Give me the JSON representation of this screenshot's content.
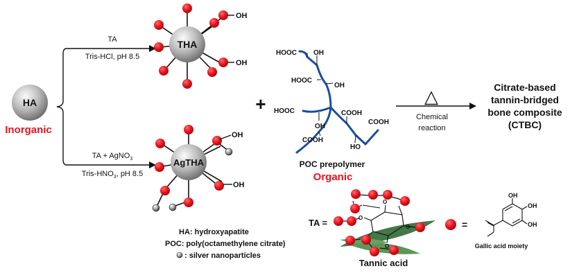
{
  "colors": {
    "accent_red": "#e8121e",
    "chain_blue": "#1b4e9a",
    "sphere_gray": "#a9a9a9",
    "leaf_green": "#3e7b3e"
  },
  "ha": {
    "label": "HA",
    "class_label": "Inorganic"
  },
  "top_route": {
    "line1": "TA",
    "line2": "Tris-HCl, pH 8.5",
    "product": "THA",
    "oh_1": "OH",
    "oh_2": "OH"
  },
  "bottom_route": {
    "line1": "TA + AgNO",
    "line1_sub": "3",
    "line2a": "Tris-HNO",
    "line2_sub": "3",
    "line2b": ", pH 8.5",
    "product": "AgTHA",
    "oh_1": "OH",
    "oh_2": "OH"
  },
  "plus": "+",
  "poc": {
    "groups": {
      "cooh_tl": "HOOC",
      "oh_top": "OH",
      "cooh_ml": "HOOC",
      "oh_mid": "OH",
      "cooh_ll": "HOOC",
      "cooh_center": "COOH",
      "cooh_right": "COOH",
      "oh_low": "OH",
      "cooh_bottom": "COOH",
      "oh_bottom": "HO"
    },
    "name": "POC prepolymer",
    "class_label": "Organic"
  },
  "reaction": {
    "delta": "△",
    "line1": "Chemical",
    "line2": "reaction"
  },
  "product": {
    "line1": "Citrate-based",
    "line2": "tannin-bridged",
    "line3": "bone composite",
    "line4": "(CTBC)"
  },
  "legend": {
    "ha": "HA: hydroxyapatite",
    "poc": "POC: poly(octamethylene citrate)",
    "ag": ": silver nanoparticles"
  },
  "ta": {
    "prefix": "TA =",
    "name": "Tannic acid",
    "equals": "=",
    "gallic_label": "Gallic acid moiety",
    "oh_1": "OH",
    "oh_2": "OH",
    "oh_3": "OH"
  }
}
